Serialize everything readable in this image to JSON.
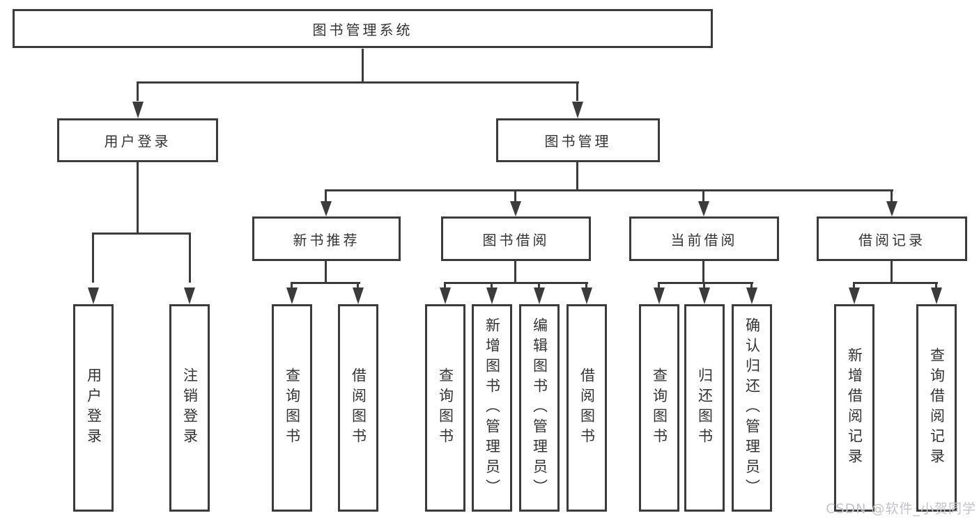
{
  "title": "图书管理系统",
  "level2": {
    "user_login": "用户登录",
    "book_management": "图书管理"
  },
  "user_login_leaves": [
    "用户登录",
    "注销登录"
  ],
  "modules": [
    {
      "label": "新书推荐",
      "leaves": [
        "查询图书",
        "借阅图书"
      ]
    },
    {
      "label": "图书借阅",
      "leaves": [
        "查询图书",
        "新增图书（管理员）",
        "编辑图书（管理员）",
        "借阅图书"
      ]
    },
    {
      "label": "当前借阅",
      "leaves": [
        "查询图书",
        "归还图书",
        "确认归还（管理员）"
      ]
    },
    {
      "label": "借阅记录",
      "leaves": [
        "新增借阅记录",
        "查询借阅记录"
      ]
    }
  ],
  "watermark": "CSDN @软件_小贺同学",
  "colors": {
    "line": "#3b3b3b",
    "text": "#333333",
    "watermark": "#c2c2ca",
    "background": "#ffffff"
  }
}
